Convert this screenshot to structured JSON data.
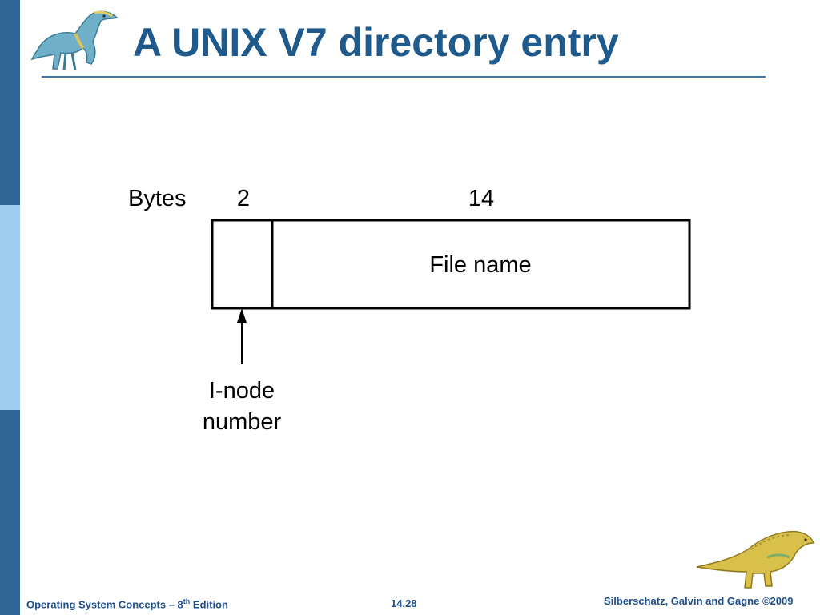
{
  "slide": {
    "title": "A UNIX V7 directory entry"
  },
  "diagram": {
    "bytes_label": "Bytes",
    "field1_size": "2",
    "field2_size": "14",
    "field2_label": "File name",
    "pointer_label_line1": "I-node",
    "pointer_label_line2": "number"
  },
  "footer": {
    "left_prefix": "Operating System Concepts – 8",
    "left_sup": "th",
    "left_suffix": " Edition",
    "center": "14.28",
    "right": "Silberschatz, Galvin and Gagne ©2009"
  },
  "colors": {
    "title": "#1f5a8c",
    "sidebar_dark": "#2f6596",
    "sidebar_light": "#9fcdf0",
    "footer_text": "#1f4f8a"
  }
}
